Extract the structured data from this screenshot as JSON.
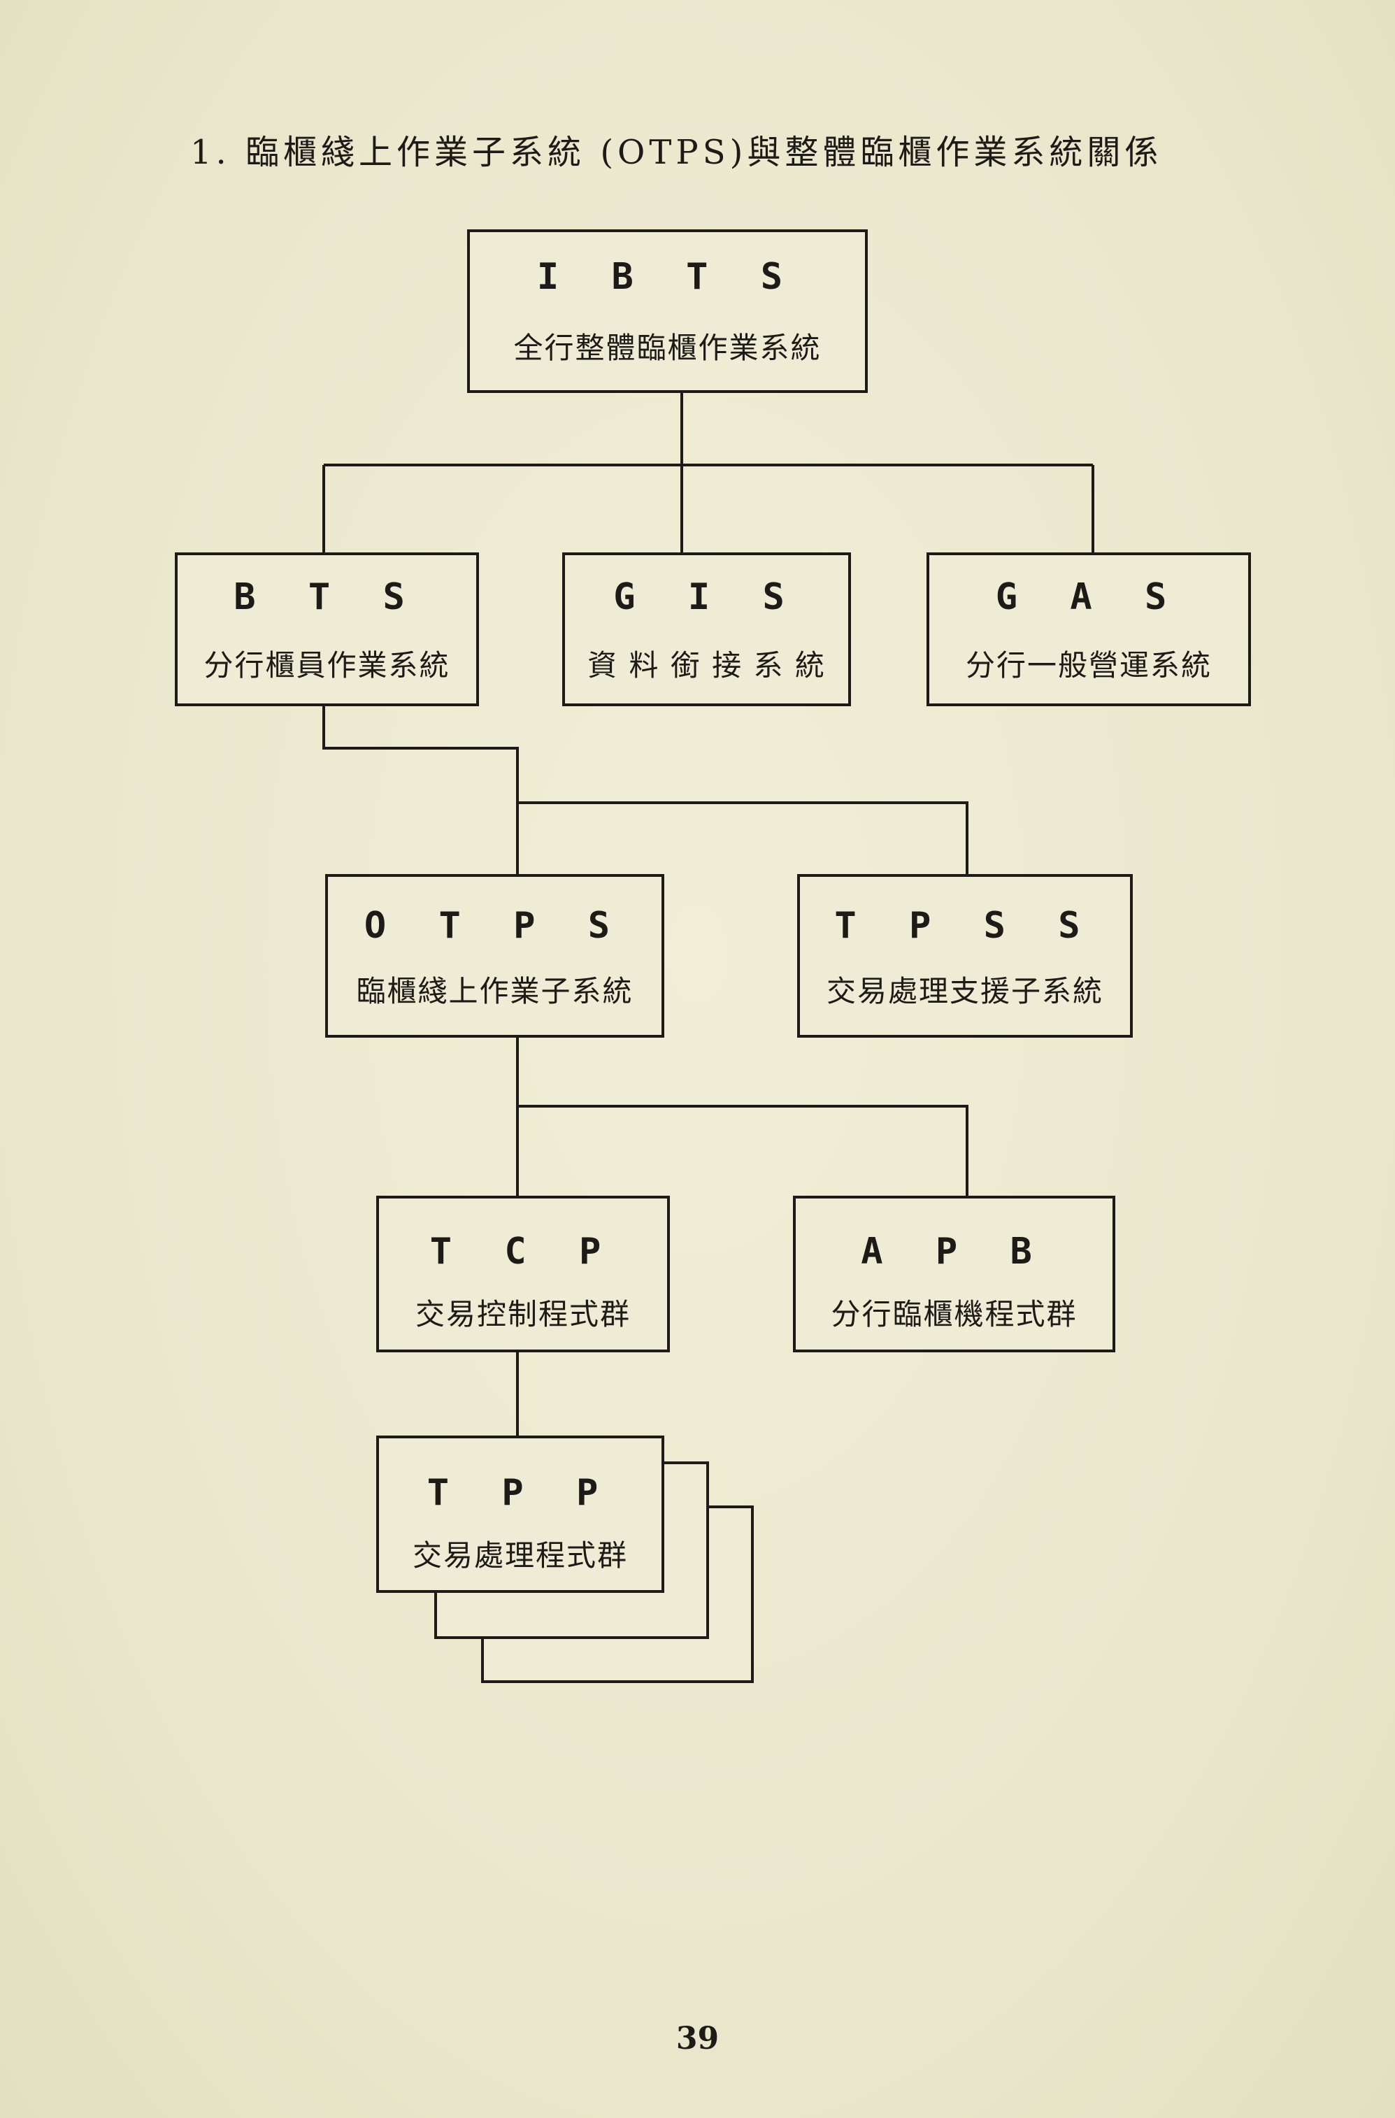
{
  "heading": "1. 臨櫃綫上作業子系統 (OTPS)與整體臨櫃作業系統關係",
  "nodes": {
    "ibts": {
      "code": "I B T S",
      "desc": "全行整體臨櫃作業系統"
    },
    "bts": {
      "code": "B T S",
      "desc": "分行櫃員作業系統"
    },
    "gis": {
      "code": "G I S",
      "desc": "資 料 銜 接 系 統"
    },
    "gas": {
      "code": "G A S",
      "desc": "分行一般營運系統"
    },
    "otps": {
      "code": "O T P S",
      "desc": "臨櫃綫上作業子系統"
    },
    "tpss": {
      "code": "T P S S",
      "desc": "交易處理支援子系統"
    },
    "tcp": {
      "code": "T C P",
      "desc": "交易控制程式群"
    },
    "apb": {
      "code": "A P B",
      "desc": "分行臨櫃機程式群"
    },
    "tpp": {
      "code": "T P P",
      "desc": "交易處理程式群"
    }
  },
  "edges": [
    [
      "ibts",
      "bts"
    ],
    [
      "ibts",
      "gis"
    ],
    [
      "ibts",
      "gas"
    ],
    [
      "bts",
      "otps"
    ],
    [
      "bts",
      "tpss"
    ],
    [
      "otps",
      "tcp"
    ],
    [
      "otps",
      "apb"
    ],
    [
      "tcp",
      "tpp"
    ]
  ],
  "page_number": "39"
}
